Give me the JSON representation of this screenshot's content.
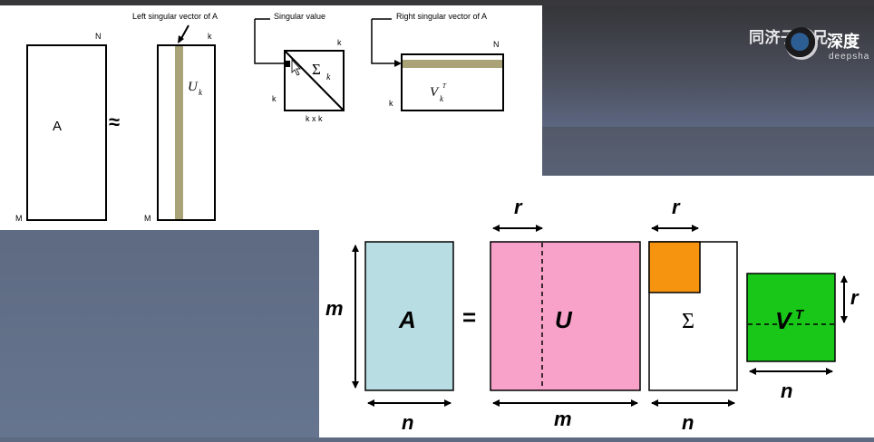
{
  "watermark": {
    "brand": "同济子豪兄",
    "name": "深度",
    "sub": "deepsha"
  },
  "top_diagram": {
    "label_left_vector": "Left singular vector of A",
    "label_singular_value": "Singular value",
    "label_right_vector": "Right singular vector of A",
    "a_label": "A",
    "approx": "≈",
    "a_rows": "M",
    "a_cols": "N",
    "u_rows": "M",
    "u_cols": "k",
    "u_label": "U",
    "u_sub": "k",
    "sigma_rows": "k",
    "sigma_cols": "k",
    "sigma_dims": "k x k",
    "sigma_label": "Σ",
    "sigma_sub": "k",
    "v_rows": "k",
    "v_cols": "N",
    "v_label": "V",
    "v_sub": "k",
    "v_sup": "T"
  },
  "bottom_diagram": {
    "a_label": "A",
    "equals": "=",
    "u_label": "U",
    "sigma_label": "Σ",
    "vt_label": "V",
    "vt_sup": "T",
    "dim_m_left": "m",
    "dim_n_a": "n",
    "dim_r_u": "r",
    "dim_m_u": "m",
    "dim_r_sigma": "r",
    "dim_n_sigma": "n",
    "dim_r_vt": "r",
    "dim_n_vt": "n",
    "colors": {
      "a_fill": "#b8dde3",
      "u_fill": "#f8a2c9",
      "sigma_block": "#f7940f",
      "vt_fill": "#18c718"
    }
  }
}
